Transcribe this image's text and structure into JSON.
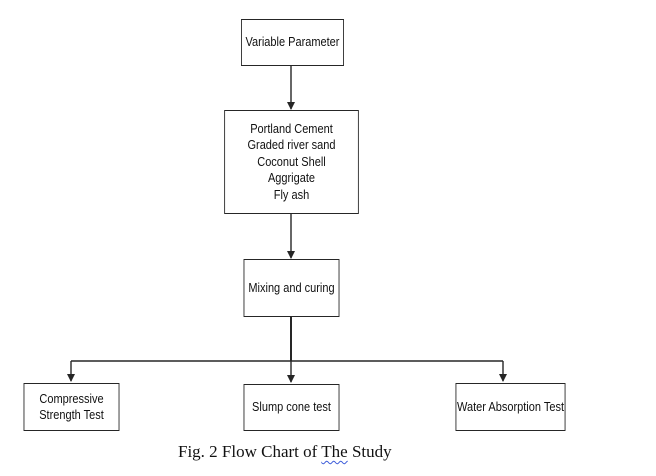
{
  "nodes": {
    "variable_parameter": "Variable Parameter",
    "materials": [
      "Portland Cement",
      "Graded river sand",
      "Coconut Shell",
      "Aggrigate",
      "Fly ash"
    ],
    "mixing": "Mixing and curing",
    "tests": {
      "compressive": [
        "Compressive",
        "Strength Test"
      ],
      "slump": "Slump cone test",
      "water": "Water Absorption Test"
    }
  },
  "caption": {
    "prefix": "Fig. 2 Flow Chart of ",
    "flagged_word": "The",
    "suffix": " Study"
  },
  "colors": {
    "line": "#262626",
    "spellcheck_underline": "#3b5bd9"
  }
}
